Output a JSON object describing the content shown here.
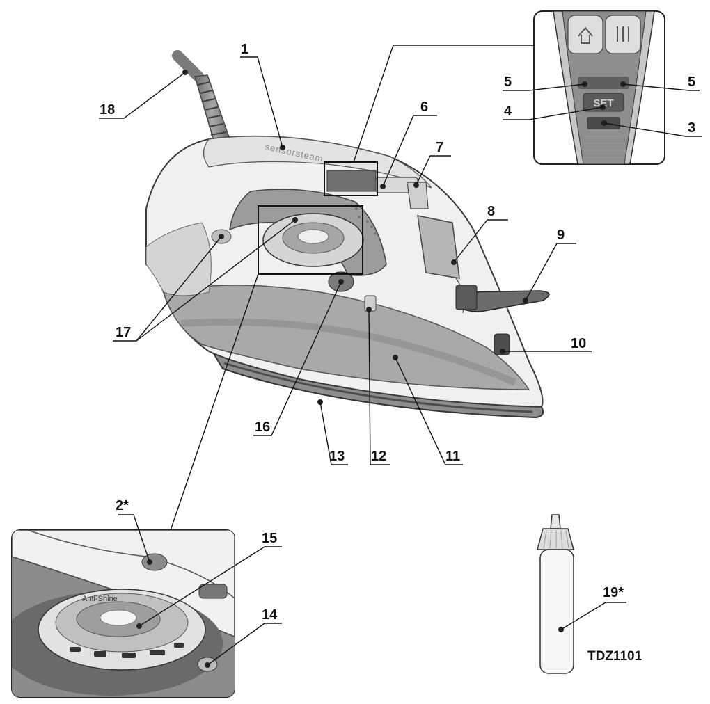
{
  "brand_text": "sensorsteam",
  "dial_text": "Anti-Shine",
  "set_text": "SET",
  "model_text": "TDZ1101",
  "callouts": [
    {
      "label": "1"
    },
    {
      "label": "18"
    },
    {
      "label": "6"
    },
    {
      "label": "7"
    },
    {
      "label": "8"
    },
    {
      "label": "9"
    },
    {
      "label": "10"
    },
    {
      "label": "11"
    },
    {
      "label": "12"
    },
    {
      "label": "13"
    },
    {
      "label": "16"
    },
    {
      "label": "17"
    },
    {
      "label": "5"
    },
    {
      "label": "5"
    },
    {
      "label": "4"
    },
    {
      "label": "3"
    },
    {
      "label": "2*"
    },
    {
      "label": "15"
    },
    {
      "label": "14"
    },
    {
      "label": "19*"
    }
  ]
}
